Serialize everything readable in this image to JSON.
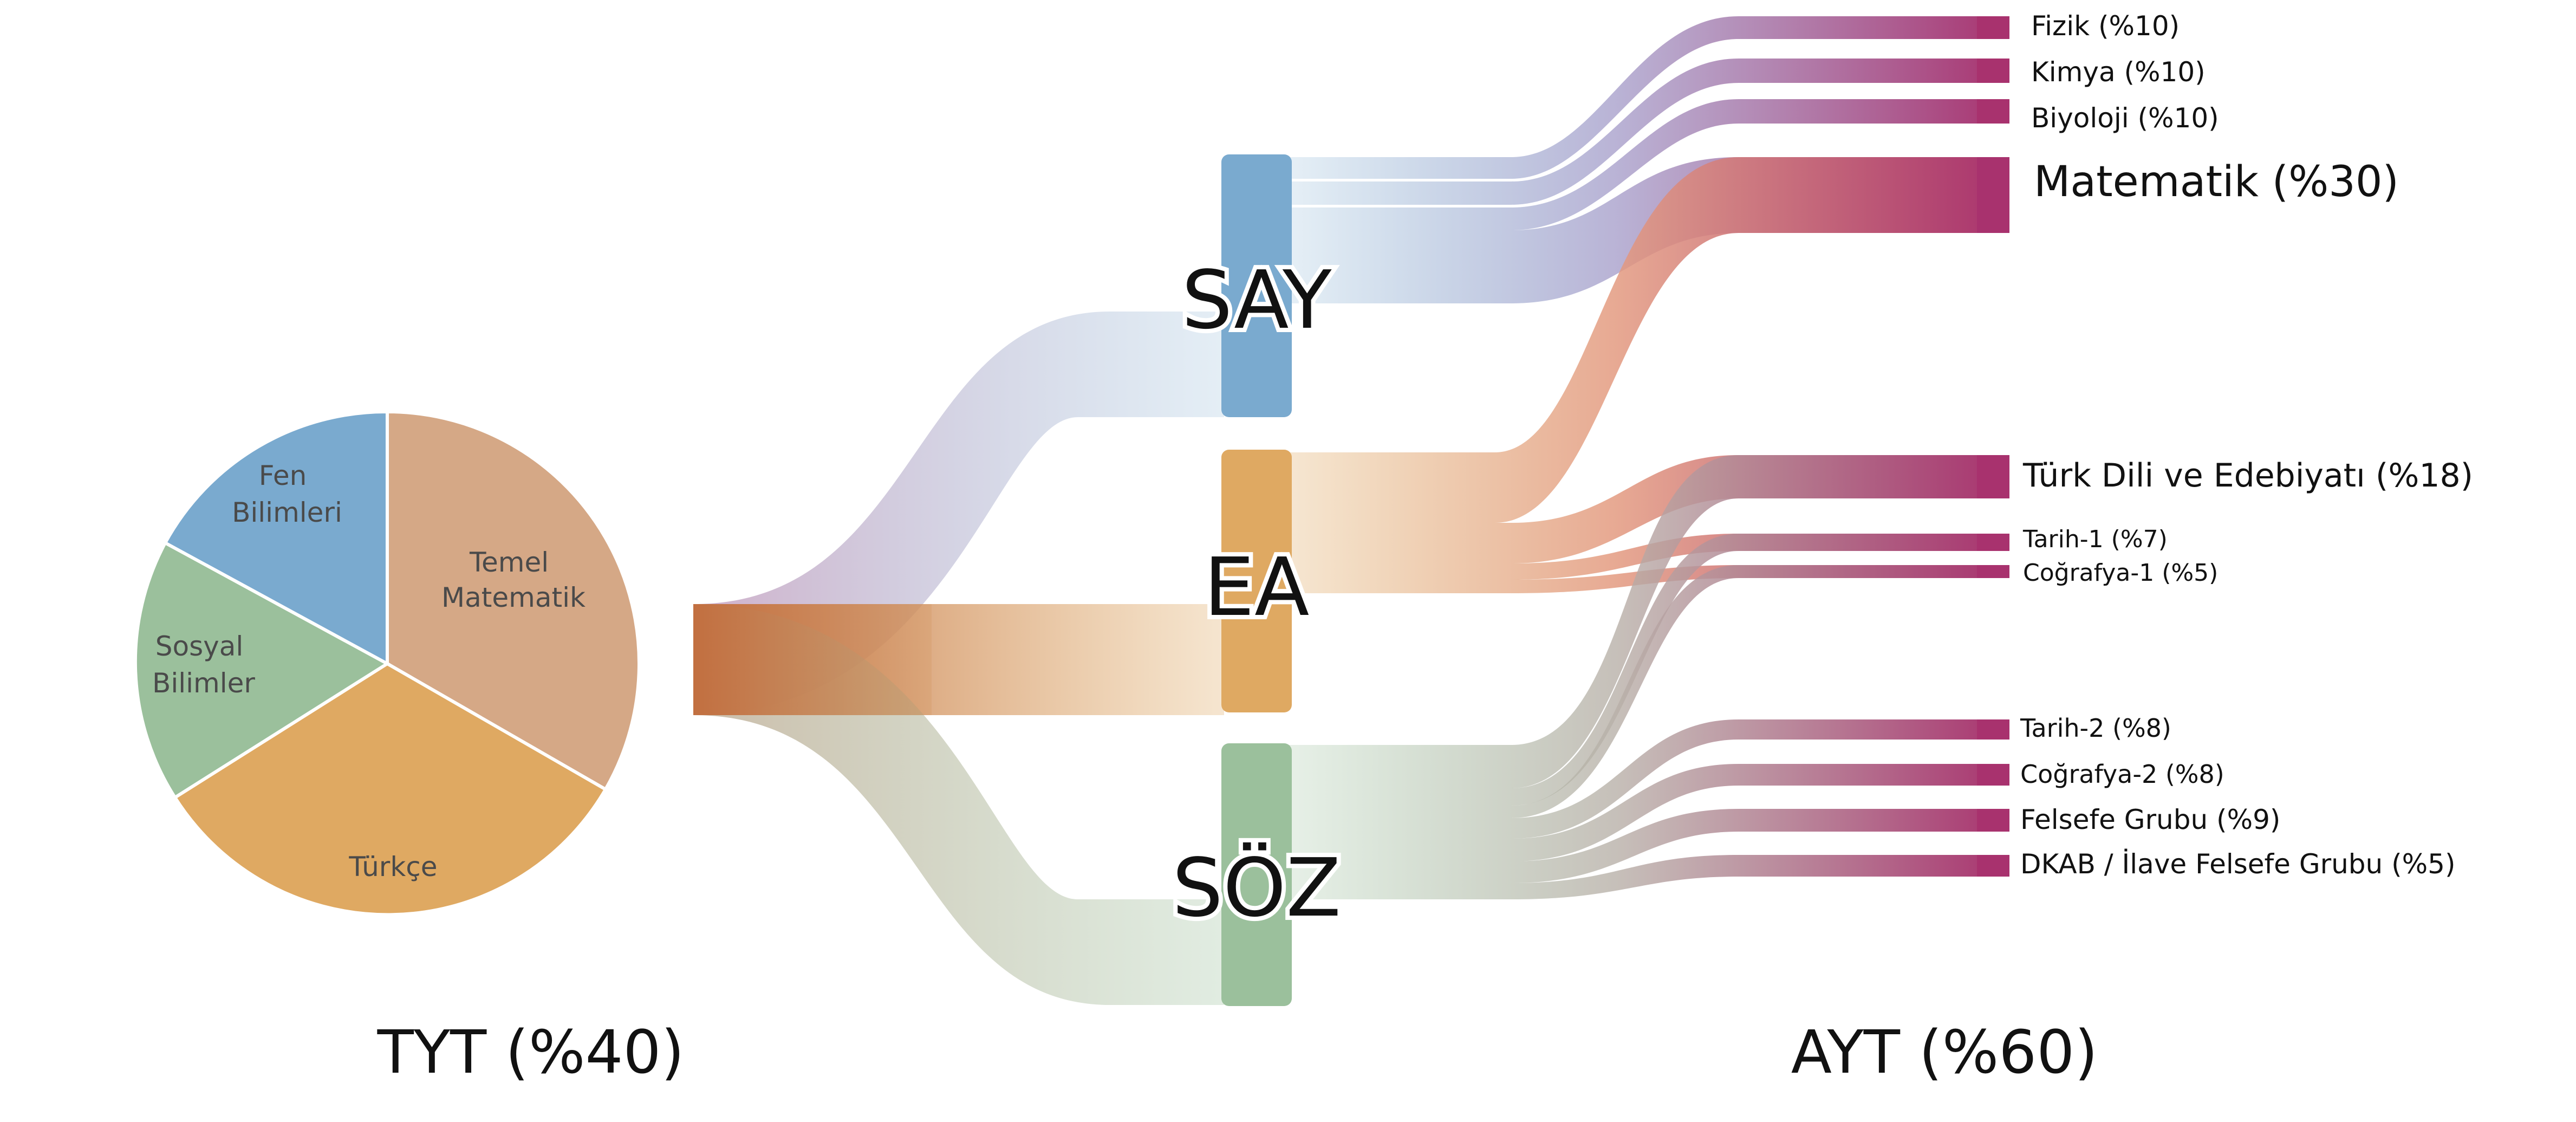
{
  "colors": {
    "say": "#7aaacf",
    "ea": "#dfa962",
    "soz": "#9bc09c",
    "tyt_source": "#c26f40",
    "subject_bar": "#a8326e",
    "pie_turkce": "#dfa962",
    "pie_temel_matematik": "#d5a886",
    "pie_fen": "#7aaacf",
    "pie_sosyal": "#9bc09c"
  },
  "tyt": {
    "title": "TYT (%40)",
    "pie": [
      {
        "key": "temel_matematik",
        "lines": [
          "Temel",
          "Matematik"
        ]
      },
      {
        "key": "turkce",
        "lines": [
          "Türkçe"
        ]
      },
      {
        "key": "sosyal",
        "lines": [
          "Sosyal",
          "Bilimler"
        ]
      },
      {
        "key": "fen",
        "lines": [
          "Fen",
          "Bilimleri"
        ]
      }
    ]
  },
  "tracks": [
    {
      "key": "say",
      "label": "SAY"
    },
    {
      "key": "ea",
      "label": "EA"
    },
    {
      "key": "soz",
      "label": "SÖZ"
    }
  ],
  "ayt": {
    "title": "AYT (%60)",
    "subjects": [
      {
        "key": "fizik",
        "label": "Fizik (%10)"
      },
      {
        "key": "kimya",
        "label": "Kimya (%10)"
      },
      {
        "key": "biyoloji",
        "label": "Biyoloji (%10)"
      },
      {
        "key": "matematik",
        "label": "Matematik (%30)"
      },
      {
        "key": "turk_dili",
        "label": "Türk Dili ve Edebiyatı (%18)"
      },
      {
        "key": "tarih1",
        "label": "Tarih-1 (%7)"
      },
      {
        "key": "cografya1",
        "label": "Coğrafya-1 (%5)"
      },
      {
        "key": "tarih2",
        "label": "Tarih-2 (%8)"
      },
      {
        "key": "cografya2",
        "label": "Coğrafya-2 (%8)"
      },
      {
        "key": "felsefe",
        "label": "Felsefe Grubu (%9)"
      },
      {
        "key": "dkab",
        "label": "DKAB / İlave Felsefe Grubu (%5)"
      }
    ]
  }
}
